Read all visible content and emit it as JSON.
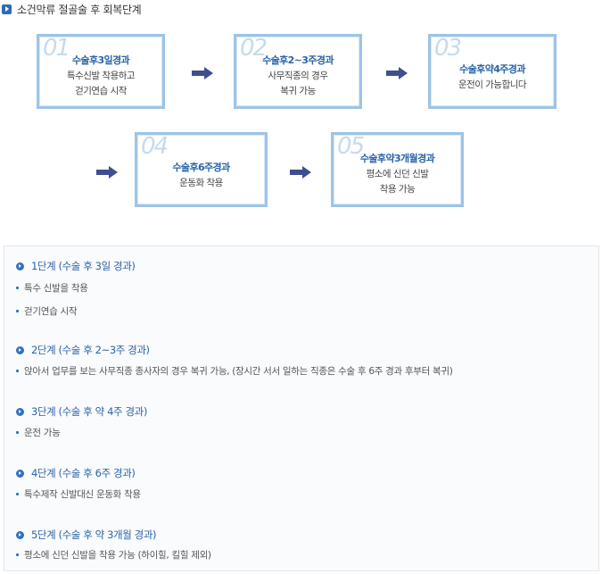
{
  "title": "소건막류 절골술 후 회복단계",
  "steps": [
    {
      "num": "01",
      "head": "수술후3일경과",
      "lines": [
        "특수신발 착용하고",
        "걷기연습 시작"
      ]
    },
    {
      "num": "02",
      "head": "수술후2~3주경과",
      "lines": [
        "사무직종의 경우",
        "복귀 가능"
      ]
    },
    {
      "num": "03",
      "head": "수술후약4주경과",
      "lines": [
        "운전이 가능합니다"
      ]
    },
    {
      "num": "04",
      "head": "수술후6주경과",
      "lines": [
        "운동화 착용"
      ]
    },
    {
      "num": "05",
      "head": "수술후약3개월경과",
      "lines": [
        "평소에 신던 신발",
        "착용 가능"
      ]
    }
  ],
  "sections": [
    {
      "head": "1단계 (수술 후 3일 경과)",
      "items": [
        "특수 신발을 착용",
        "걷기연습 시작"
      ]
    },
    {
      "head": "2단계 (수술 후 2~3주 경과)",
      "items": [
        "앉아서 업무를 보는 사무직종 종사자의 경우 복귀 가능, (장시간 서서 일하는 직종은 수술 후 6주 경과 후부터 복귀)"
      ]
    },
    {
      "head": "3단계 (수술 후 약 4주 경과)",
      "items": [
        "운전 가능"
      ]
    },
    {
      "head": "4단계 (수술 후 6주 경과)",
      "items": [
        "특수제작 신발대신 운동화 착용"
      ]
    },
    {
      "head": "5단계 (수술 후 약 3개월 경과)",
      "items": [
        "평소에 신던 신발을 착용 가능 (하이힐, 킬힐 제외)"
      ]
    }
  ],
  "colors": {
    "accent": "#2a64a8",
    "frame": "#9cc4e6",
    "arrow": "#3d4f8f"
  }
}
